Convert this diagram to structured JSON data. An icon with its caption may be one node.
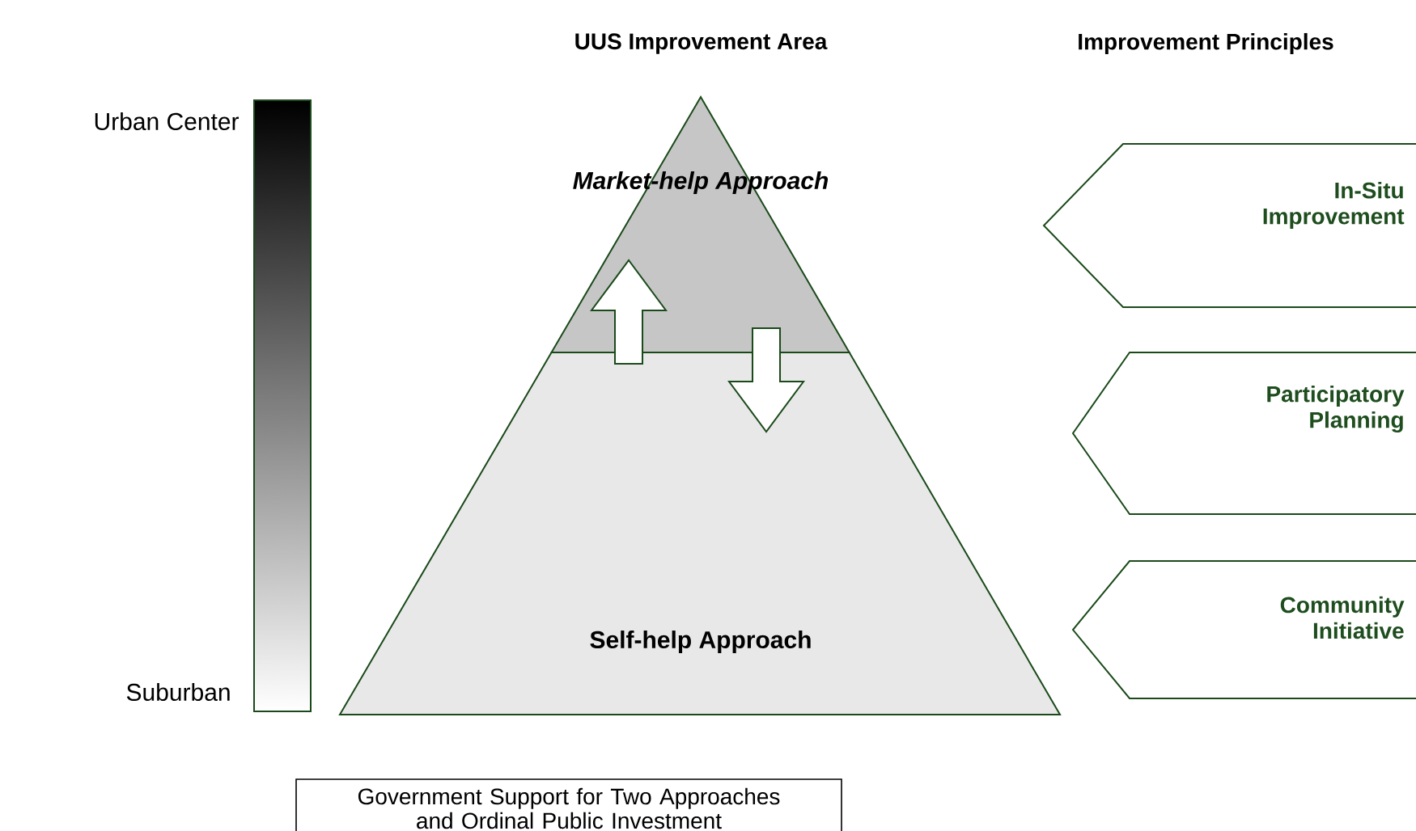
{
  "diagram": {
    "nodes": [
      {
        "text": [],
        "shape": "bar",
        "beside": [
          "Urban Center",
          "Suburban"
        ]
      },
      {
        "text": [
          "Market-help Approach"
        ]
      },
      {
        "text": [
          "Self-help Approach"
        ]
      },
      {
        "text": [
          "Government Support for Two Approaches and Ordinal Public Investment"
        ]
      },
      {
        "text": [
          "In-Situ Improvement"
        ]
      },
      {
        "text": [
          "Participatory Planning"
        ]
      },
      {
        "text": [
          "Community Initiative"
        ]
      }
    ],
    "edges": [
      {
        "from": 2,
        "to": 1,
        "arrow": "to"
      },
      {
        "from": 1,
        "to": 2,
        "arrow": "to"
      }
    ],
    "labels": [
      "UUS Improvement Area",
      "Improvement Principles"
    ]
  }
}
